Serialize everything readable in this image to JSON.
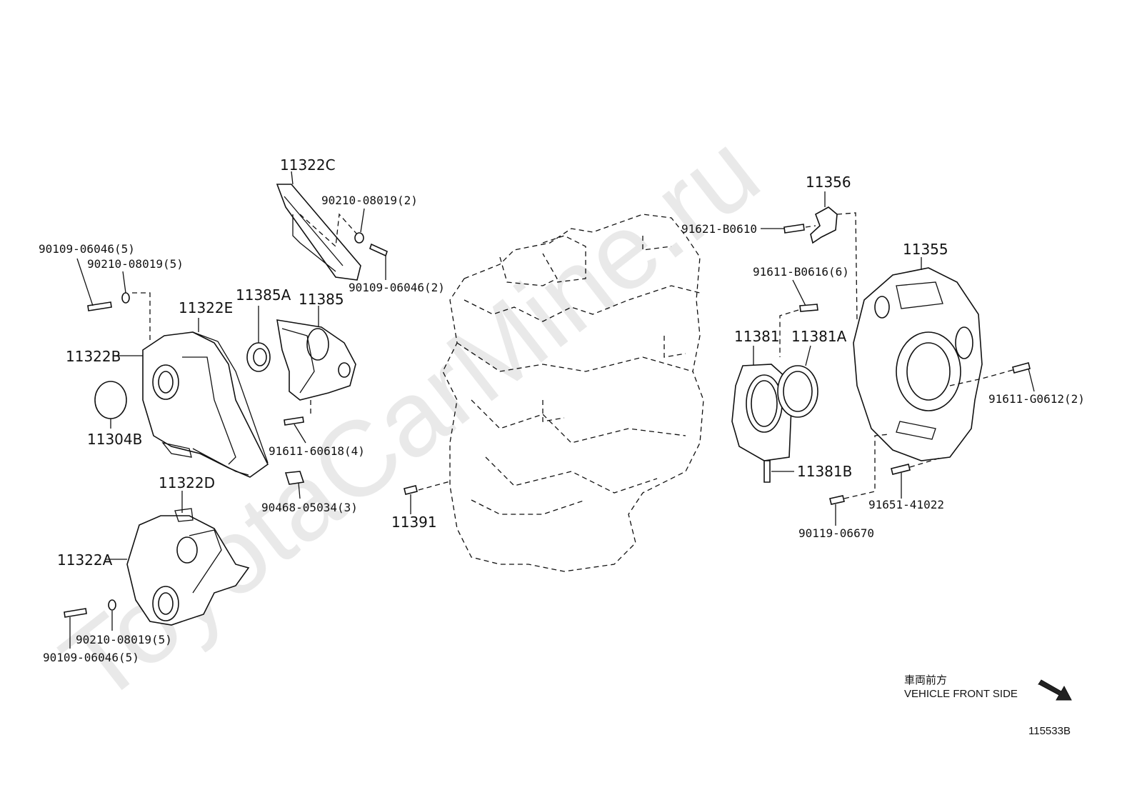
{
  "watermark": "ToyotaCarMine.ru",
  "parts": {
    "p11322C": "11322C",
    "p90210_top": "90210-08019(2)",
    "p90109_mid": "90109-06046(2)",
    "p90109_topleft": "90109-06046(5)",
    "p90210_topleft": "90210-08019(5)",
    "p11322E": "11322E",
    "p11385A": "11385A",
    "p11385": "11385",
    "p11322B": "11322B",
    "p11304B": "11304B",
    "p91611_60618": "91611-60618(4)",
    "p90468": "90468-05034(3)",
    "p11322D": "11322D",
    "p11322A": "11322A",
    "p90210_bot": "90210-08019(5)",
    "p90109_bot": "90109-06046(5)",
    "p11391": "11391",
    "p11356": "11356",
    "p91621": "91621-B0610",
    "p91611_B0616": "91611-B0616(6)",
    "p11355": "11355",
    "p11381": "11381",
    "p11381A": "11381A",
    "p11381B": "11381B",
    "p91611_G0612": "91611-G0612(2)",
    "p91651": "91651-41022",
    "p90119": "90119-06670"
  },
  "direction": {
    "jp": "車両前方",
    "en": "VEHICLE FRONT SIDE",
    "icon": "arrow-down-right-icon"
  },
  "diagram_id": "115533B"
}
